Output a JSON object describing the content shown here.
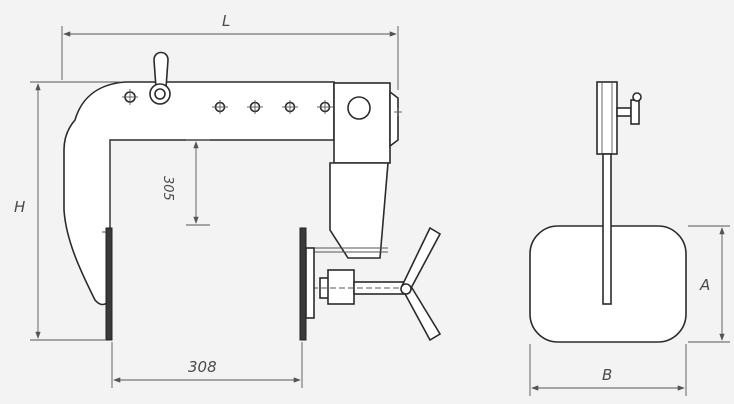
{
  "labels": {
    "length": "L",
    "height": "H",
    "depth": "305",
    "opening": "308",
    "width": "B",
    "side_height": "A"
  }
}
